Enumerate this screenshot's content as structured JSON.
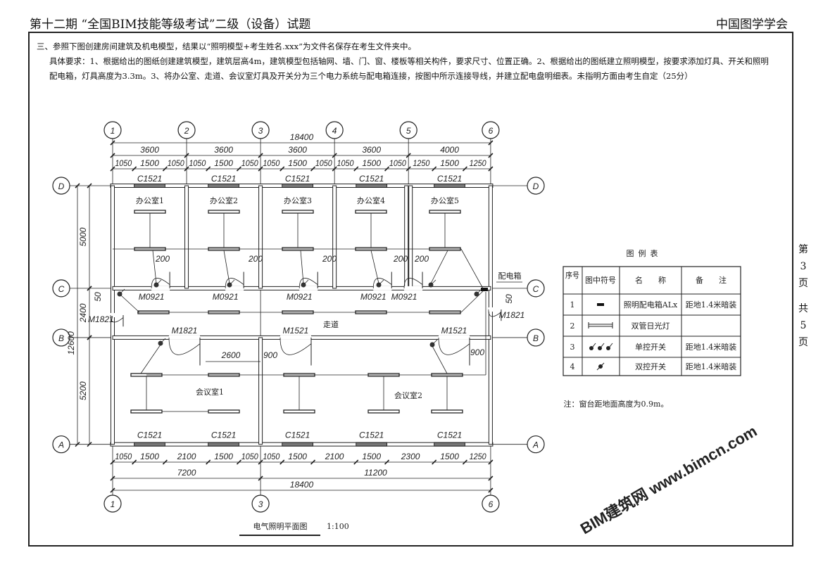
{
  "header": {
    "title": "第十二期 “全国BIM技能等级考试”二级（设备）试题",
    "org": "中国图学学会"
  },
  "instructions": [
    "三、参照下图创建房间建筑及机电模型，结果以“照明模型+考生姓名.xxx”为文件名保存在考生文件夹中。",
    "具体要求：1、根据给出的图纸创建建筑模型，建筑层高4m，建筑模型包括轴网、墙、门、窗、楼板等相关构件，要求尺寸、位置正确。2、根据给出的图纸建立照明模型，按要求添加灯具、开关和照明",
    "配电箱，灯具高度为3.3m。3、将办公室、走道、会议室灯具及开关分为三个电力系统与配电箱连接，按图中所示连接导线，并建立配电盘明细表。未指明方面由考生自定（25分）"
  ],
  "page_side": [
    "第",
    "3",
    "页",
    "共",
    "5",
    "页"
  ],
  "drawing": {
    "axes_x": [
      "1",
      "2",
      "3",
      "4",
      "5",
      "6"
    ],
    "axes_x_bottom": [
      "1",
      "3",
      "6"
    ],
    "axes_y": [
      "D",
      "C",
      "B",
      "A"
    ],
    "dims_top": {
      "total": "18400",
      "bays": [
        "3600",
        "3600",
        "3600",
        "3600",
        "4000"
      ],
      "sub": [
        "1050",
        "1500",
        "1050",
        "1050",
        "1500",
        "1050",
        "1050",
        "1500",
        "1050",
        "1050",
        "1500",
        "1050",
        "1250",
        "1500",
        "1250"
      ]
    },
    "dims_bottom": {
      "sub": [
        "1050",
        "1500",
        "2100",
        "1500",
        "1050",
        "1050",
        "1500",
        "2100",
        "1500",
        "2300",
        "1500",
        "1250"
      ],
      "mid": [
        "7200",
        "11200"
      ],
      "total": "18400"
    },
    "dims_left": {
      "total": "12600",
      "parts": [
        "5000",
        "2400",
        "5200"
      ]
    },
    "small_dims": {
      "offset_200": [
        "200",
        "200",
        "200",
        "200",
        "200"
      ],
      "wall_50": [
        "50",
        "50"
      ],
      "door_2600": "2600",
      "door_900": [
        "900",
        "900"
      ]
    },
    "windows_top": [
      "C1521",
      "C1521",
      "C1521",
      "C1521",
      "C1521"
    ],
    "windows_bottom": [
      "C1521",
      "C1521",
      "C1521",
      "C1521",
      "C1521"
    ],
    "office_doors": [
      "M0921",
      "M0921",
      "M0921",
      "M0921",
      "M0921"
    ],
    "side_doors": [
      "M1821",
      "M1821"
    ],
    "meeting_doors": [
      "M1821",
      "M1521",
      "M1521"
    ],
    "rooms": {
      "offices": [
        "办公室1",
        "办公室2",
        "办公室3",
        "办公室4",
        "办公室5"
      ],
      "corridor": "走道",
      "meetings": [
        "会议室1",
        "会议室2"
      ]
    },
    "panel_label": "配电箱",
    "title": "电气照明平面图",
    "scale": "1:100"
  },
  "legend": {
    "title": "图例表",
    "headers": [
      "序号",
      "图中符号",
      "名　　称",
      "备　　注"
    ],
    "rows": [
      {
        "no": "1",
        "symbol": "panel-box",
        "name": "照明配电箱ALx",
        "note": "距地1.4米暗装"
      },
      {
        "no": "2",
        "symbol": "double-tube-fluorescent",
        "name": "双管日光灯",
        "note": ""
      },
      {
        "no": "3",
        "symbol": "single-control-switches",
        "name": "单控开关",
        "note": "距地1.4米暗装"
      },
      {
        "no": "4",
        "symbol": "two-way-switch",
        "name": "双控开关",
        "note": "距地1.4米暗装"
      }
    ],
    "footnote": "注：窗台距地面高度为0.9m。"
  },
  "watermark": "BIM建筑网 www.bimcn.com"
}
